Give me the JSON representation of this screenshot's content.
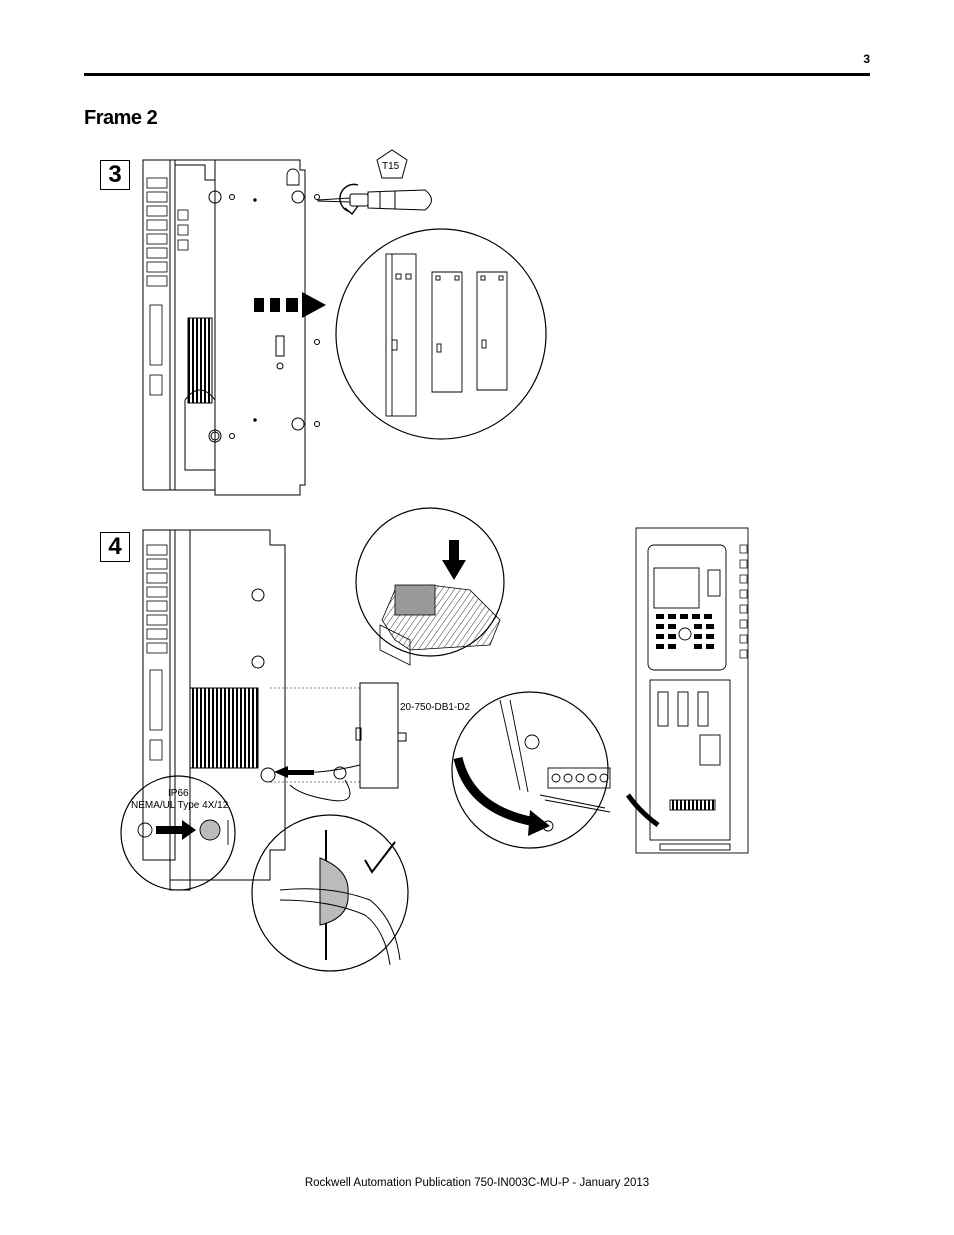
{
  "page": {
    "number": "3",
    "title": "Frame 2",
    "footer": "Rockwell Automation Publication 750-IN003C-MU-P - January 2013"
  },
  "steps": [
    {
      "number": "3",
      "tool_label": "T15"
    },
    {
      "number": "4",
      "part_label": "20-750-DB1-D2",
      "rating_line1": "IP66",
      "rating_line2": "NEMA/UL Type 4X/12"
    }
  ]
}
